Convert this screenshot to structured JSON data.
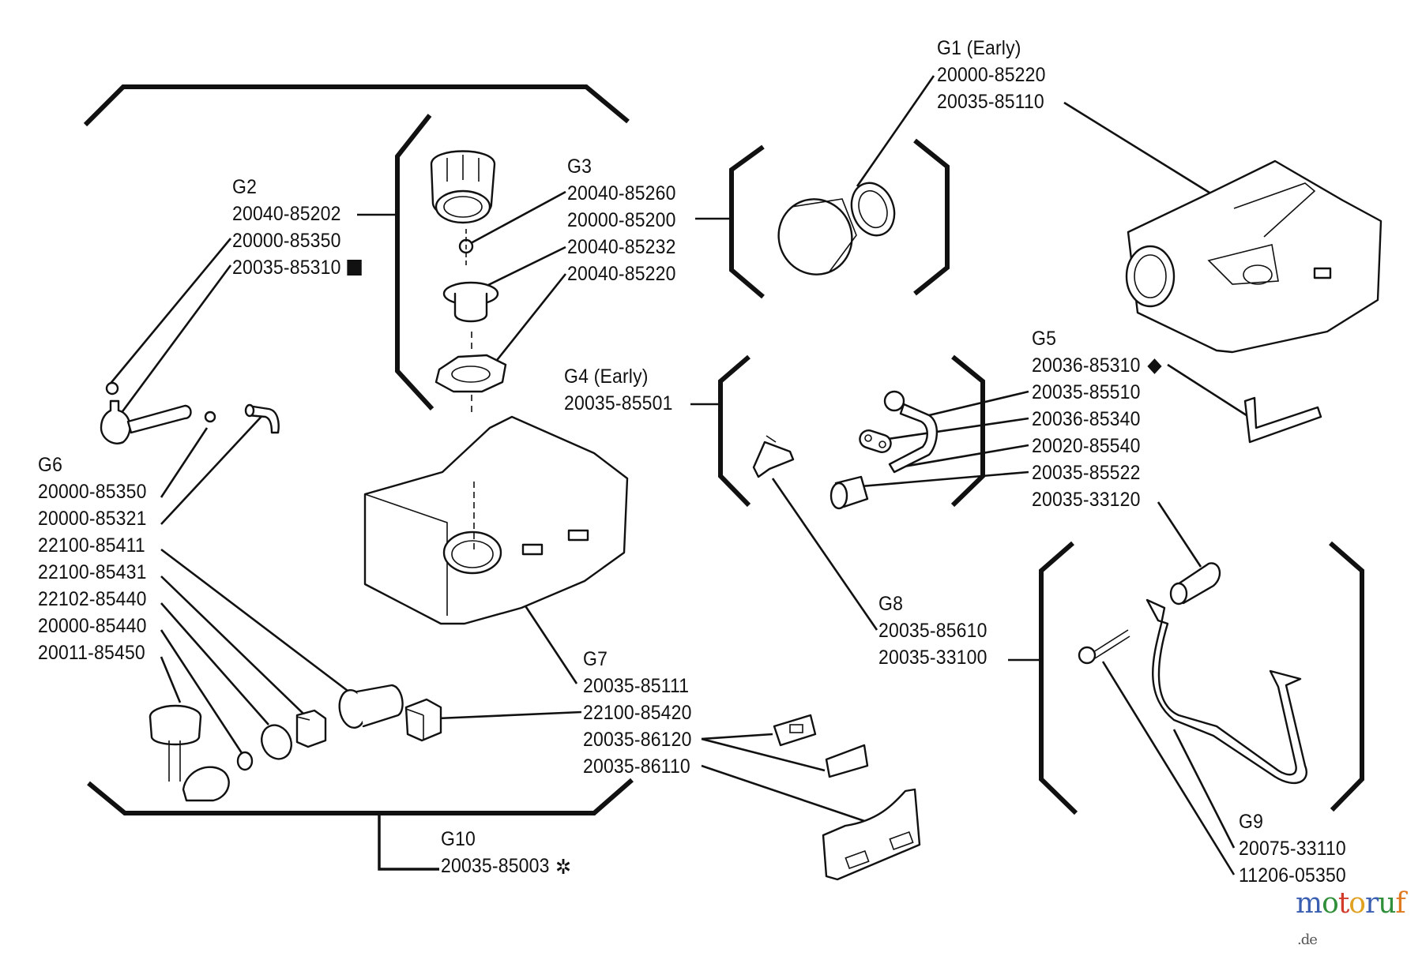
{
  "diagram": {
    "title": "Fuel tank parts diagram",
    "groups": {
      "g1": {
        "name": "G1 (Early)",
        "parts": [
          "20000-85220",
          "20035-85110"
        ]
      },
      "g2": {
        "name": "G2",
        "parts": [
          "20040-85202",
          "20000-85350",
          "20035-85310"
        ],
        "marker": "square"
      },
      "g3": {
        "name": "G3",
        "parts": [
          "20040-85260",
          "20000-85200",
          "20040-85232",
          "20040-85220"
        ]
      },
      "g4": {
        "name": "G4 (Early)",
        "parts": [
          "20035-85501"
        ]
      },
      "g5": {
        "name": "G5",
        "parts": [
          "20036-85310",
          "20035-85510",
          "20036-85340",
          "20020-85540",
          "20035-85522",
          "20035-33120"
        ],
        "marker": "diamond"
      },
      "g6": {
        "name": "G6",
        "parts": [
          "20000-85350",
          "20000-85321",
          "22100-85411",
          "22100-85431",
          "22102-85440",
          "20000-85440",
          "20011-85450"
        ]
      },
      "g7": {
        "name": "G7",
        "parts": [
          "20035-85111",
          "22100-85420",
          "20035-86120",
          "20035-86110"
        ]
      },
      "g8": {
        "name": "G8",
        "parts": [
          "20035-85610",
          "20035-33100"
        ]
      },
      "g9": {
        "name": "G9",
        "parts": [
          "20075-33110",
          "11206-05350"
        ]
      },
      "g10": {
        "name": "G10",
        "parts": [
          "20035-85003"
        ],
        "marker": "asterisk"
      }
    },
    "markers": {
      "square": "■",
      "diamond": "◆",
      "asterisk": "✲"
    }
  },
  "watermark": {
    "letters": [
      "m",
      "o",
      "t",
      "o",
      "r",
      "u",
      "f"
    ],
    "colors": [
      "#3a5fb0",
      "#2f8f3a",
      "#d23a2a",
      "#e0a020",
      "#3a5fb0",
      "#2f8f3a",
      "#e07a20"
    ],
    "tld": ".de"
  }
}
